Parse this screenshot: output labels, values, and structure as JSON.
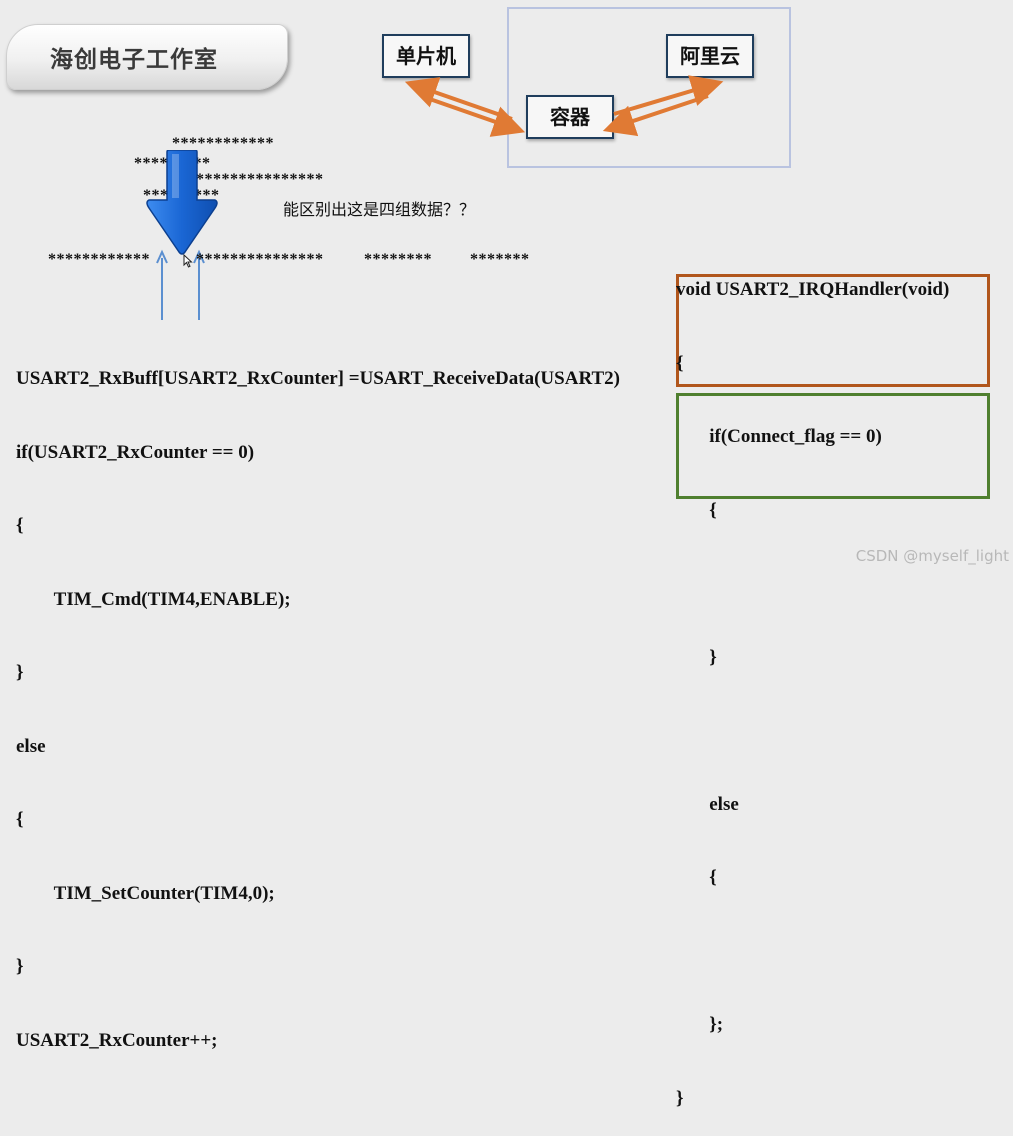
{
  "header": {
    "title": "海创电子工作室"
  },
  "diagram": {
    "mcu_label": "单片机",
    "container_label": "容器",
    "cloud_label": "阿里云",
    "arrow_color": "#e07a34",
    "frame_color": "#b9c3e0"
  },
  "stars": {
    "row1": "************",
    "row2": "*********",
    "row3": "***************",
    "row4": "*********",
    "bottom": [
      "************",
      "***************",
      "********",
      "*******"
    ]
  },
  "question": "能区别出这是四组数据？？",
  "code_left": [
    "USART2_RxBuff[USART2_RxCounter] =USART_ReceiveData(USART2)",
    "if(USART2_RxCounter == 0)",
    "{",
    "        TIM_Cmd(TIM4,ENABLE);",
    "}",
    "else",
    "{",
    "        TIM_SetCounter(TIM4,0);",
    "}",
    "USART2_RxCounter++;"
  ],
  "code_right": [
    "void USART2_IRQHandler(void)",
    "{",
    "       if(Connect_flag == 0)",
    "       {",
    "",
    "       }",
    "",
    "       else",
    "       {",
    "",
    "       };",
    "}"
  ],
  "colors": {
    "background": "#ececec",
    "big_arrow": "#1f6fd6",
    "small_arrows": "#5b8fd0",
    "orange_box": "#b1561c",
    "green_box": "#4f7f2f"
  },
  "icons": {
    "big_arrow": "down-arrow-icon",
    "cursor": "mouse-pointer-icon"
  },
  "watermark": "CSDN @myself_light"
}
